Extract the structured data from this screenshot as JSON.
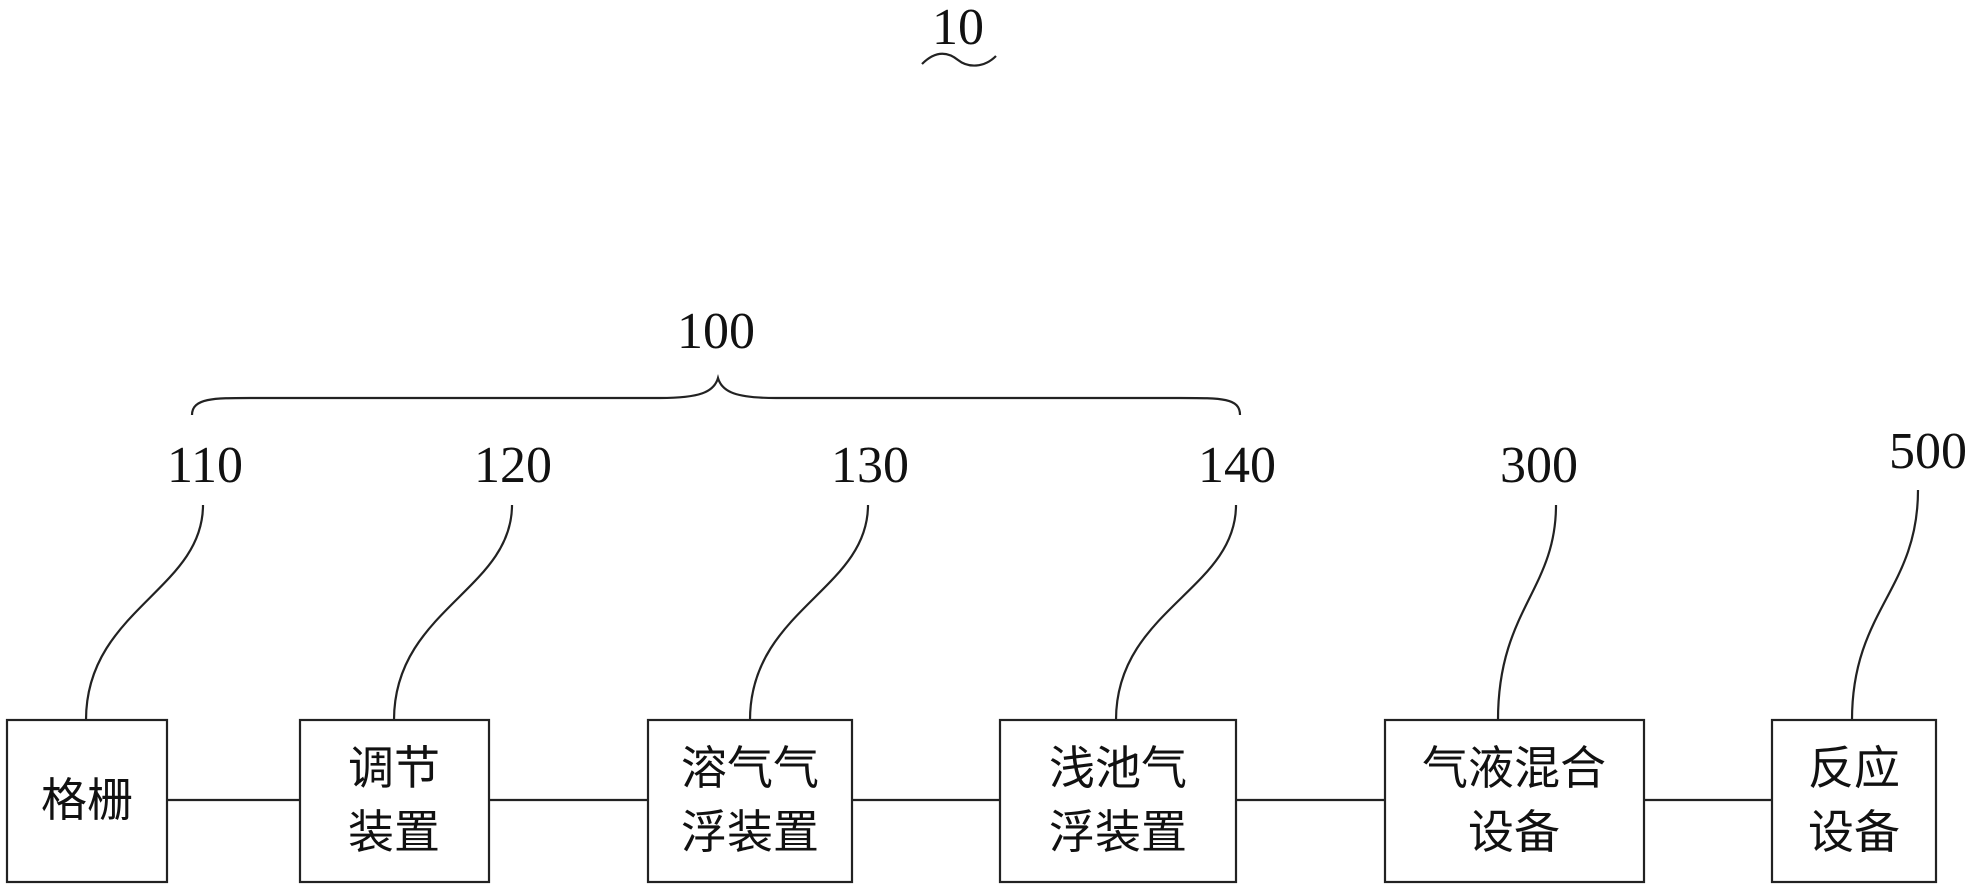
{
  "system": {
    "label": "10"
  },
  "group": {
    "label": "100"
  },
  "blocks": [
    {
      "ref": "110",
      "lines": [
        "格栅"
      ]
    },
    {
      "ref": "120",
      "lines": [
        "调节",
        "装置"
      ]
    },
    {
      "ref": "130",
      "lines": [
        "溶气气",
        "浮装置"
      ]
    },
    {
      "ref": "140",
      "lines": [
        "浅池气",
        "浮装置"
      ]
    },
    {
      "ref": "300",
      "lines": [
        "气液混合",
        "设备"
      ]
    },
    {
      "ref": "500",
      "lines": [
        "反应",
        "设备"
      ]
    }
  ]
}
